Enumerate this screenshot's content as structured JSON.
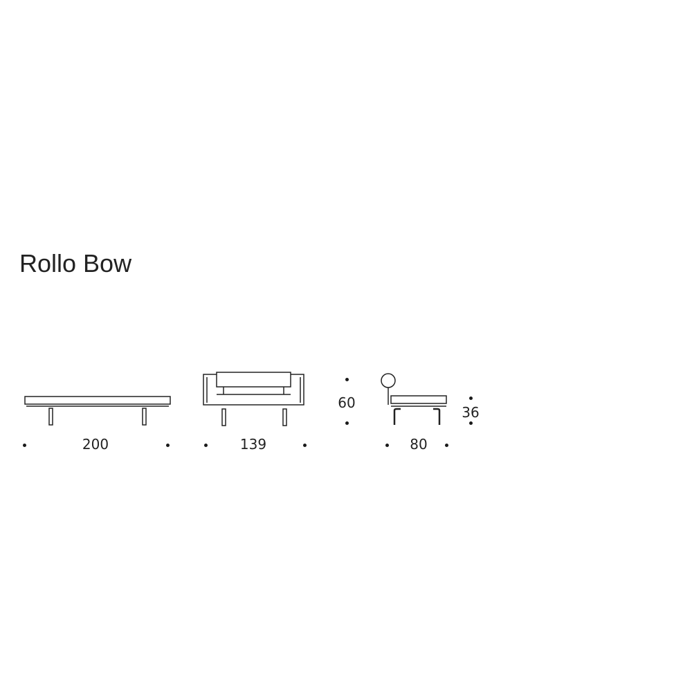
{
  "product": {
    "name": "Rollo Bow"
  },
  "dimensions": {
    "length": "200",
    "depth_open": "139",
    "height": "60",
    "depth": "80",
    "seat_height": "36"
  },
  "colors": {
    "line": "#222222",
    "fill": "#ffffff",
    "dot": "#1a1a1a"
  }
}
